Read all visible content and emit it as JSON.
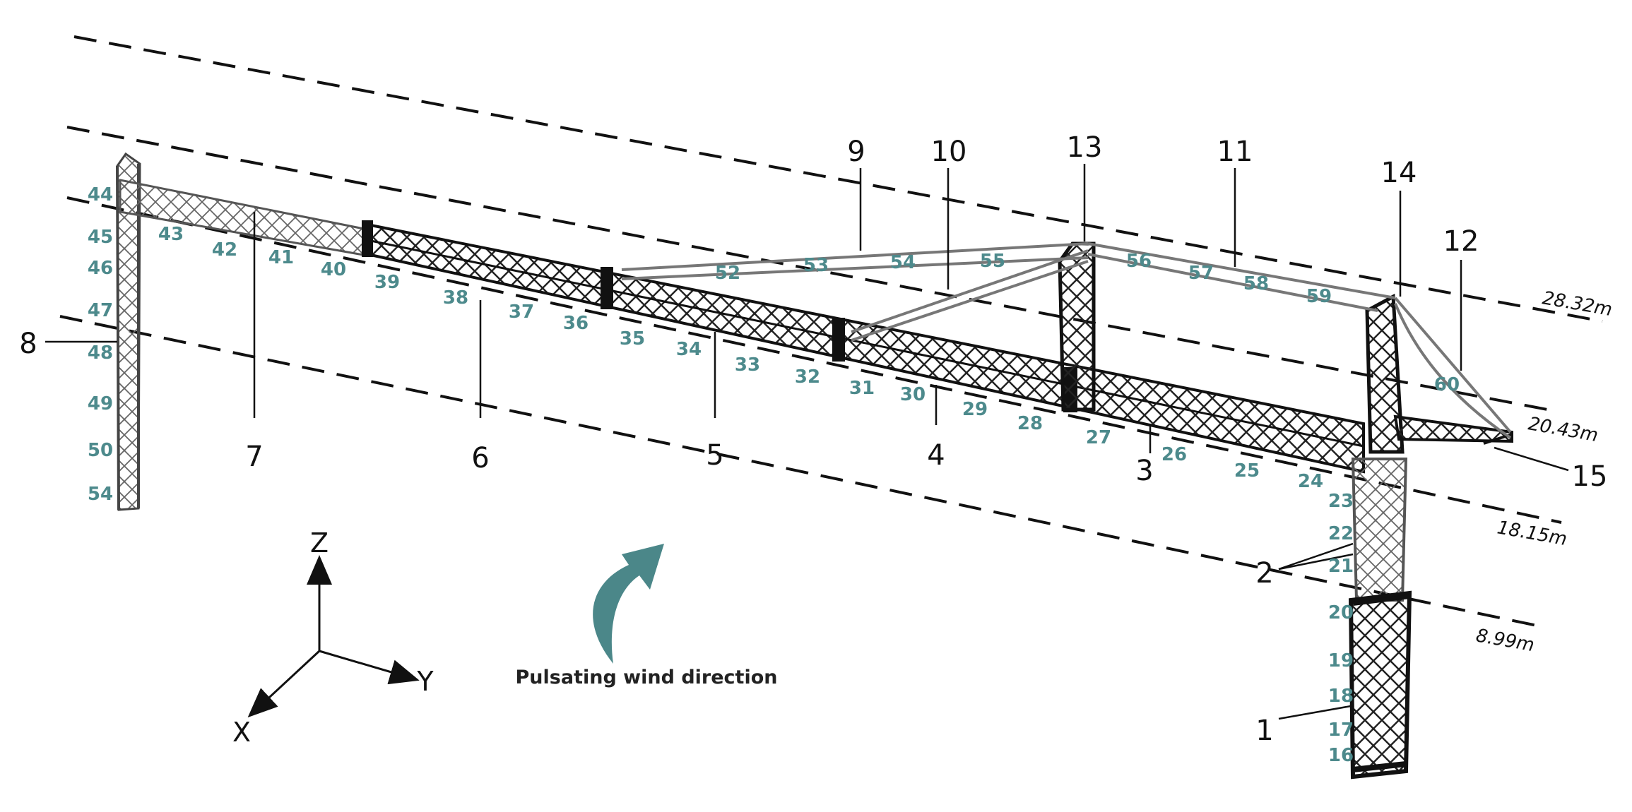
{
  "parts": [
    "1",
    "2",
    "3",
    "4",
    "5",
    "6",
    "7",
    "8",
    "9",
    "10",
    "11",
    "12",
    "13",
    "14",
    "15"
  ],
  "heights": [
    "28.32m",
    "20.43m",
    "18.15m",
    "8.99m"
  ],
  "nodes": {
    "left_column": [
      "44",
      "45",
      "46",
      "47",
      "48",
      "49",
      "50",
      "54"
    ],
    "jib": [
      "43",
      "42",
      "41",
      "40",
      "39",
      "38",
      "37",
      "36",
      "35",
      "34",
      "33",
      "32",
      "31",
      "30",
      "29",
      "28",
      "27",
      "26",
      "25",
      "24"
    ],
    "tower": [
      "23",
      "22",
      "21",
      "20",
      "19",
      "18",
      "17",
      "16"
    ],
    "ties": [
      "52",
      "53",
      "54",
      "55",
      "56",
      "57",
      "58",
      "59",
      "60"
    ]
  },
  "axes": {
    "z": "Z",
    "y": "Y",
    "x": "X"
  },
  "wind_label": "Pulsating wind direction",
  "colors": {
    "structure": "#1a1a1a",
    "node_label": "#4d8a8c",
    "wind_arrow": "#4b8789"
  }
}
